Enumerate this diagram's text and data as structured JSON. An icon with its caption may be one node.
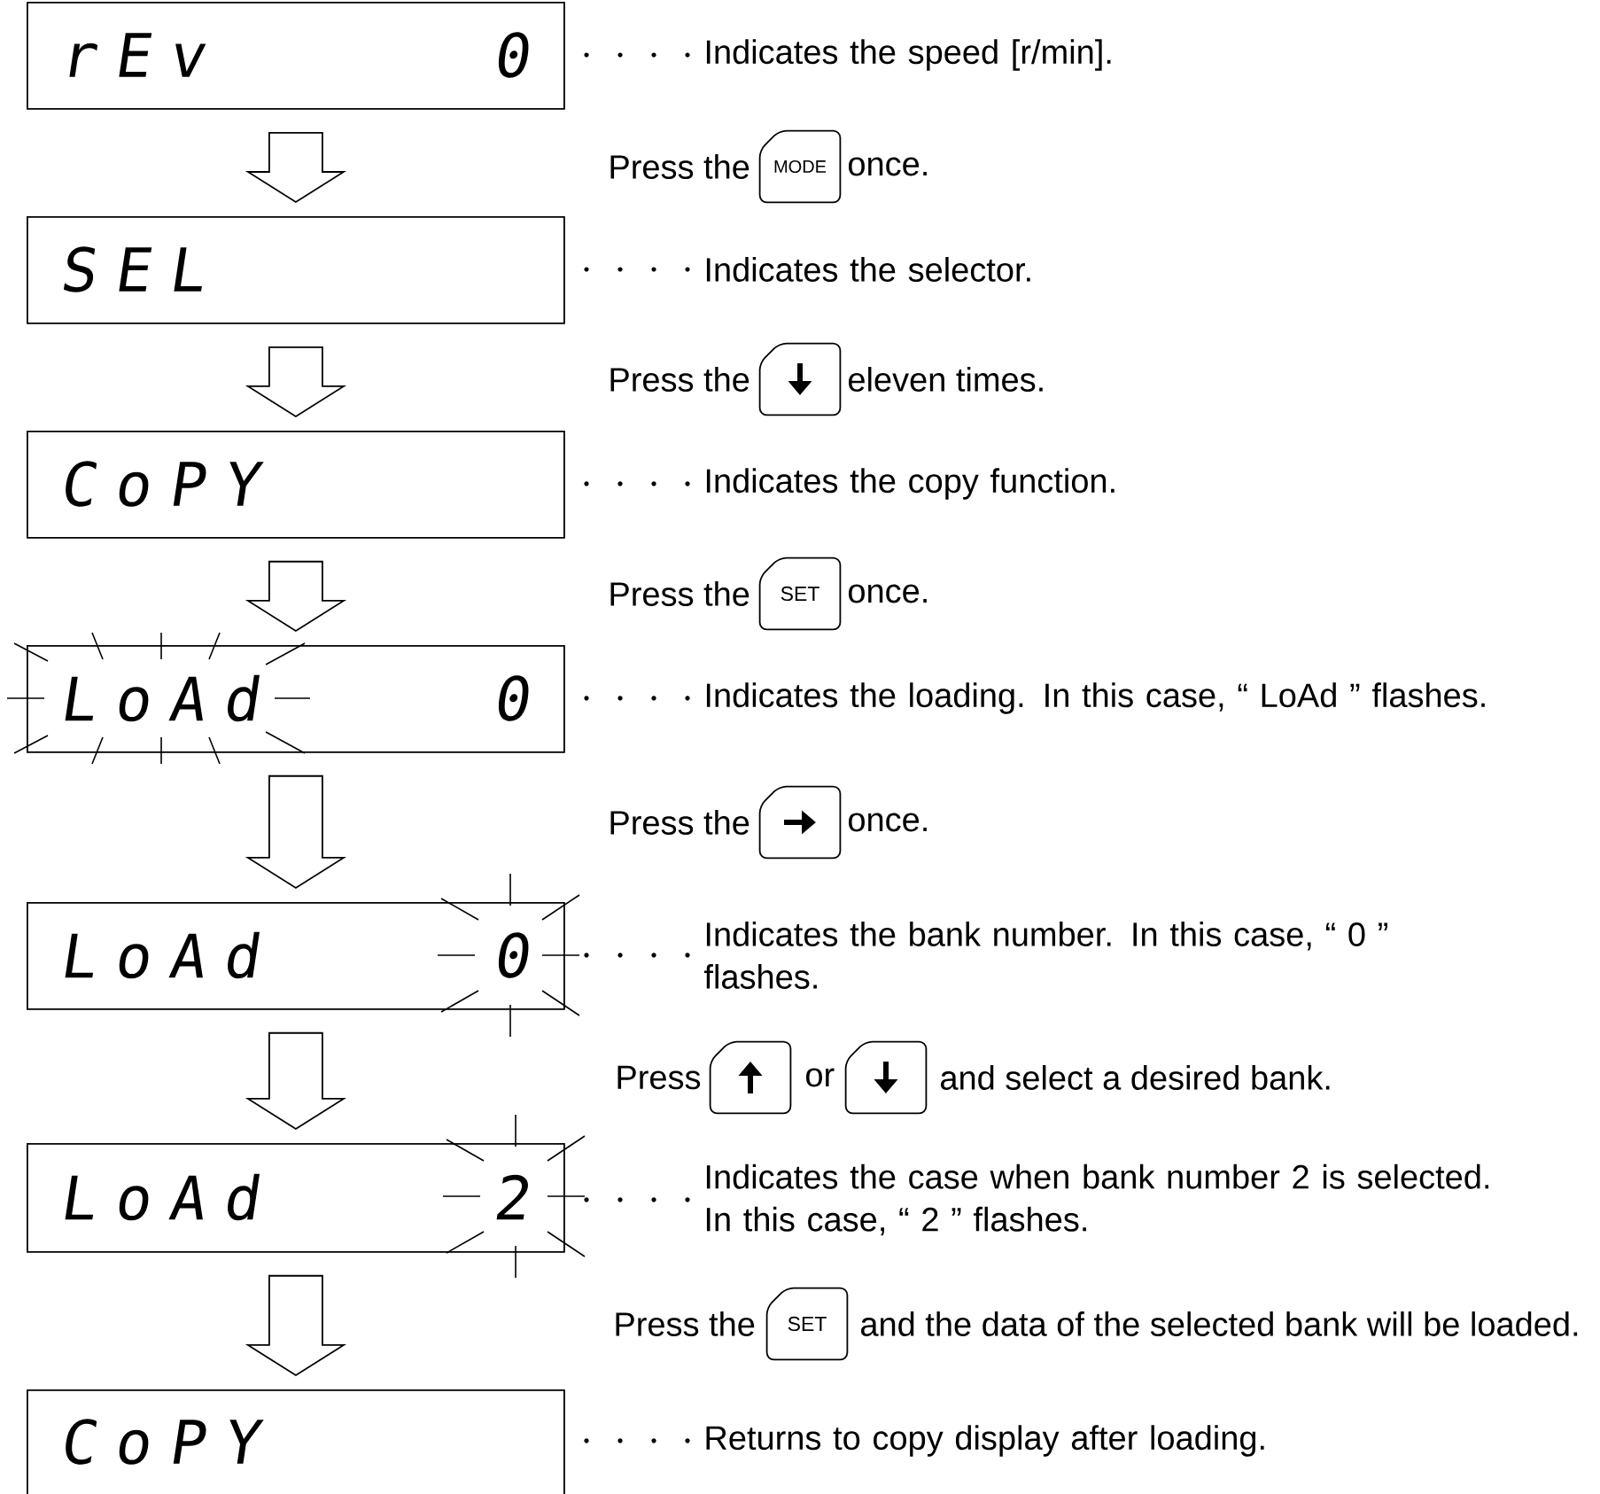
{
  "diagram": {
    "nodes": [
      {
        "text": [
          "r E v",
          "0"
        ]
      },
      {
        "text": [
          "S E L"
        ]
      },
      {
        "text": [
          "C o P Y"
        ]
      },
      {
        "text": [
          "L o A d",
          "0"
        ]
      },
      {
        "text": [
          "L o A d",
          "0"
        ]
      },
      {
        "text": [
          "L o A d",
          "2"
        ]
      },
      {
        "text": [
          "C o P Y"
        ]
      },
      {
        "text": [
          "MODE"
        ]
      },
      {
        "text": [],
        "shape": "box"
      },
      {
        "text": [
          "SET"
        ]
      },
      {
        "text": [],
        "shape": "box"
      },
      {
        "text": [],
        "shape": "box"
      },
      {
        "text": [],
        "shape": "box"
      },
      {
        "text": [
          "SET"
        ]
      }
    ],
    "edges": [
      {
        "from": 0,
        "to": 1,
        "arrow": "to"
      },
      {
        "from": 1,
        "to": 2,
        "arrow": "to"
      },
      {
        "from": 2,
        "to": 3,
        "arrow": "to"
      },
      {
        "from": 3,
        "to": 4,
        "arrow": "to"
      },
      {
        "from": 4,
        "to": 5,
        "arrow": "to"
      },
      {
        "from": 5,
        "to": 6,
        "arrow": "to"
      }
    ],
    "labels": [
      "Indicates the speed [r/min].",
      "Press the",
      "once.",
      "Indicates the selector.",
      "Press the",
      "eleven times.",
      "Indicates the copy function.",
      "Press the",
      "once.",
      "Indicates the loading. In this case, “ LoAd ” flashes.",
      "Press the",
      "once.",
      "Indicates the bank number. In this case, “ 0 ” flashes.",
      "Press",
      "or",
      "and select a desired bank.",
      "Indicates the case when bank number 2 is selected. In this case, “ 2 ” flashes.",
      "Press the",
      "and the data of the selected bank will be loaded.",
      "Returns to copy display after loading."
    ]
  }
}
